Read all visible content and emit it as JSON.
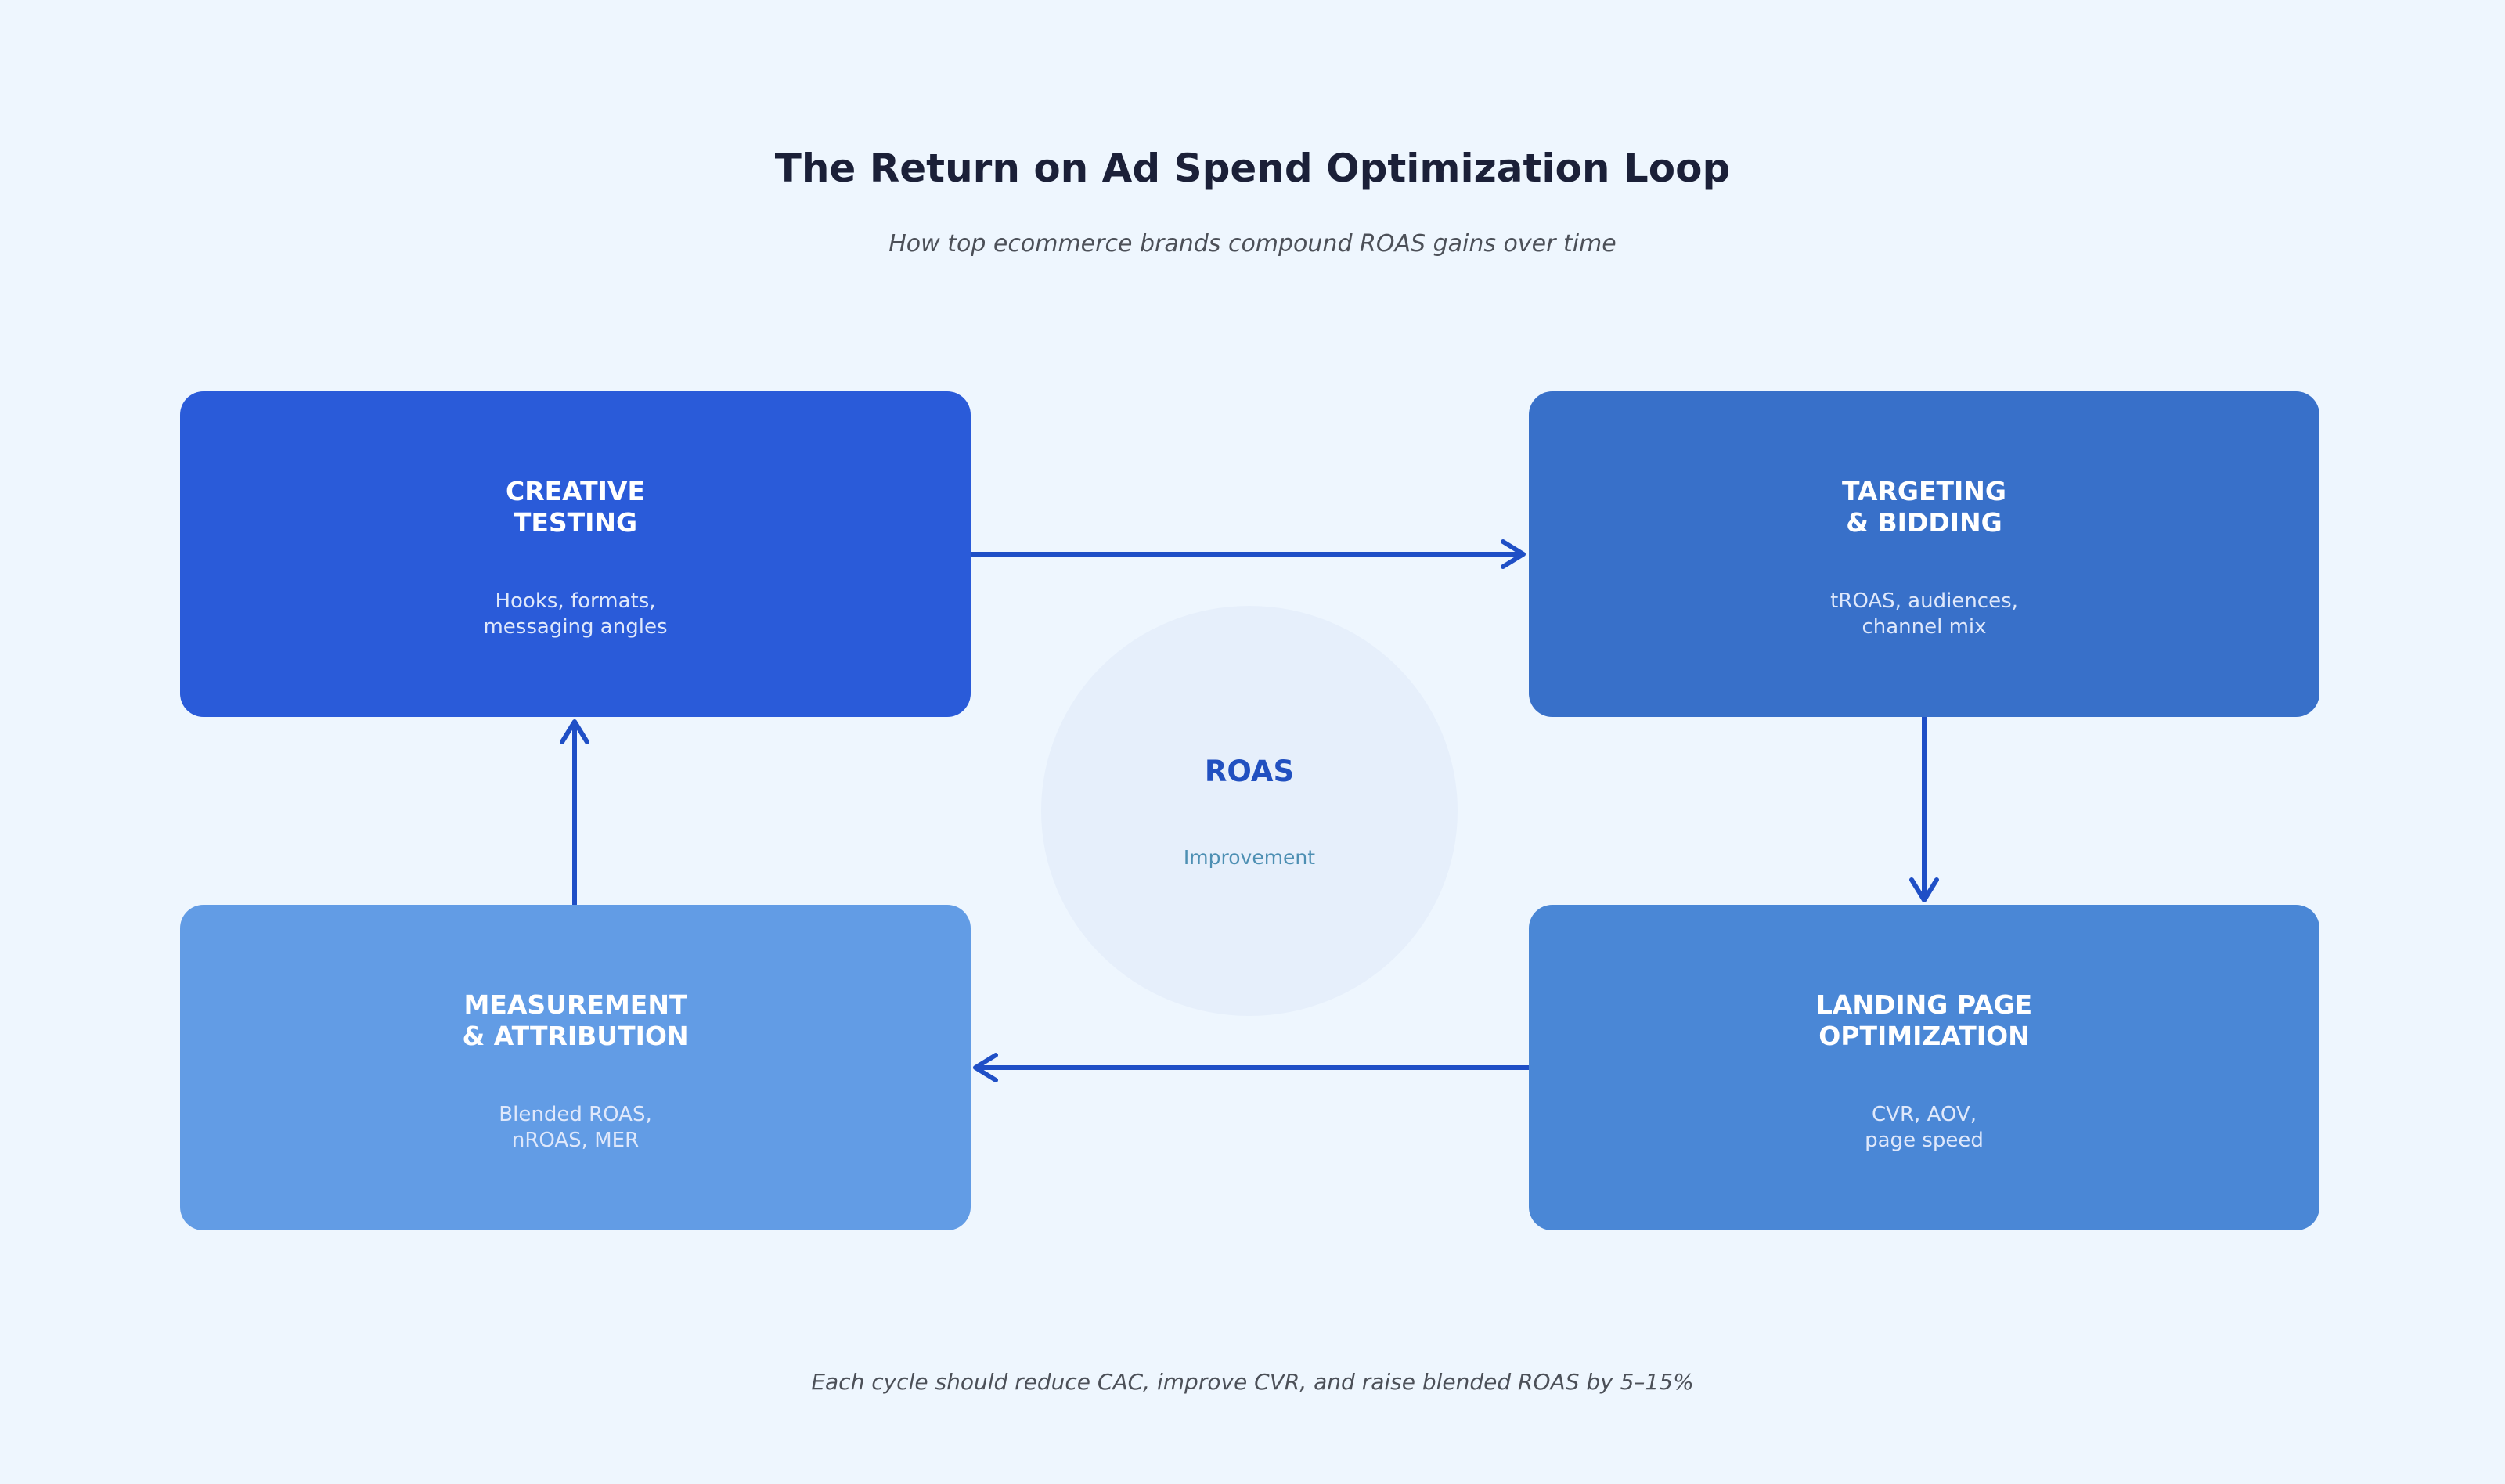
{
  "title": "The Return on Ad Spend Optimization Loop",
  "subtitle": "How top ecommerce brands compound ROAS gains over time",
  "center": {
    "title": "ROAS",
    "subtitle": "Improvement"
  },
  "stages": [
    {
      "id": "creative",
      "title": "CREATIVE\nTESTING",
      "description": "Hooks, formats,\nmessaging angles",
      "color": "#2a5bd9"
    },
    {
      "id": "targeting",
      "title": "TARGETING\n& BIDDING",
      "description": "tROAS, audiences,\nchannel mix",
      "color": "#3870c9"
    },
    {
      "id": "landing",
      "title": "LANDING PAGE\nOPTIMIZATION",
      "description": "CVR, AOV,\npage speed",
      "color": "#4a87d6"
    },
    {
      "id": "measurement",
      "title": "MEASUREMENT\n& ATTRIBUTION",
      "description": "Blended ROAS,\nnROAS, MER",
      "color": "#629ce5"
    }
  ],
  "arrow_color": "#1f4fc6",
  "footer": "Each cycle should reduce CAC, improve CVR, and raise blended ROAS by 5–15%"
}
